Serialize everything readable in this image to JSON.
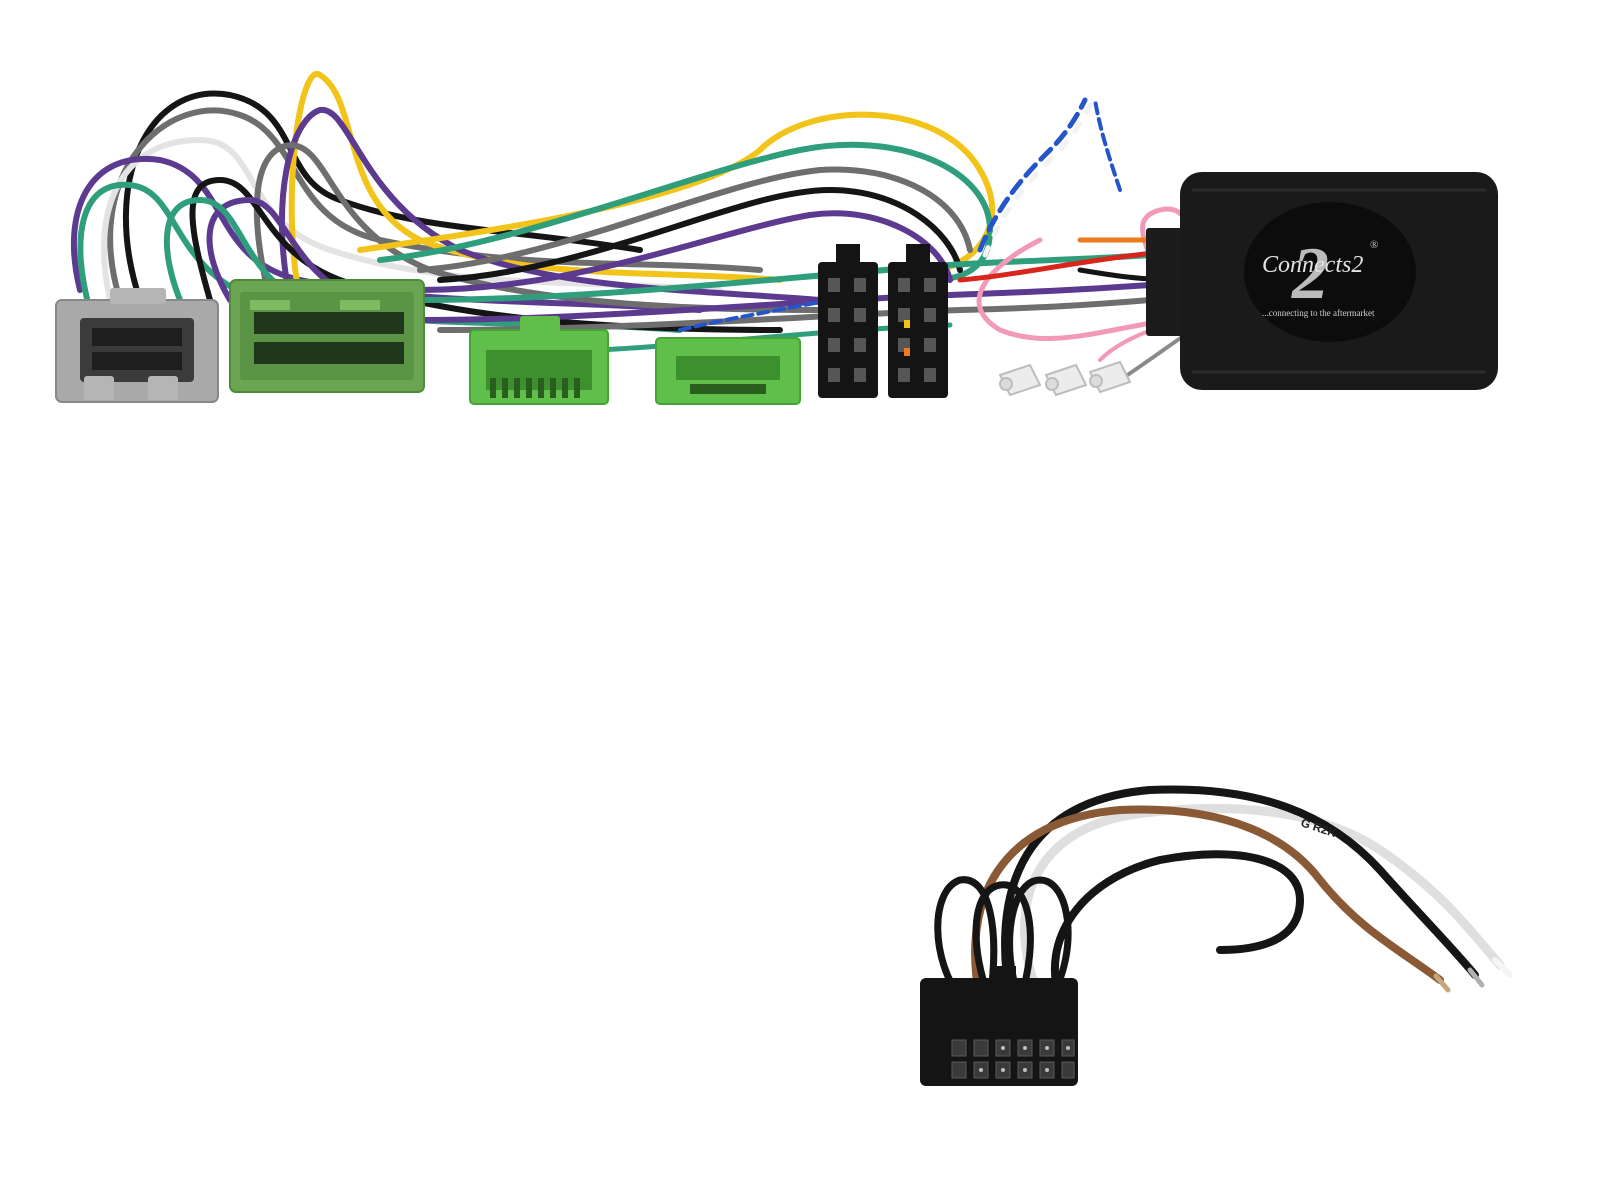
{
  "product": {
    "brand_logo": "Connects2",
    "brand_numeral": "2",
    "brand_registered": "®",
    "brand_tagline": "...connecting to the aftermarket"
  },
  "patch_lead": {
    "wire_print": "G R2K"
  },
  "colors": {
    "background": "#ffffff",
    "interface_box": "#1a1a1a",
    "connector_green": "#5fbf4a",
    "connector_grey": "#a9a9a9",
    "connector_black": "#141414",
    "wire_yellow": "#f2c318",
    "wire_purple": "#5b3a8f",
    "wire_green": "#2f9e7c",
    "wire_grey": "#6e6e6e",
    "wire_white": "#e9e9e9",
    "wire_black": "#151515",
    "wire_brown": "#8a5a36",
    "wire_blue": "#2556c9",
    "wire_pink": "#f29ab5",
    "wire_orange": "#f07a1a",
    "wire_red": "#d9261c"
  }
}
